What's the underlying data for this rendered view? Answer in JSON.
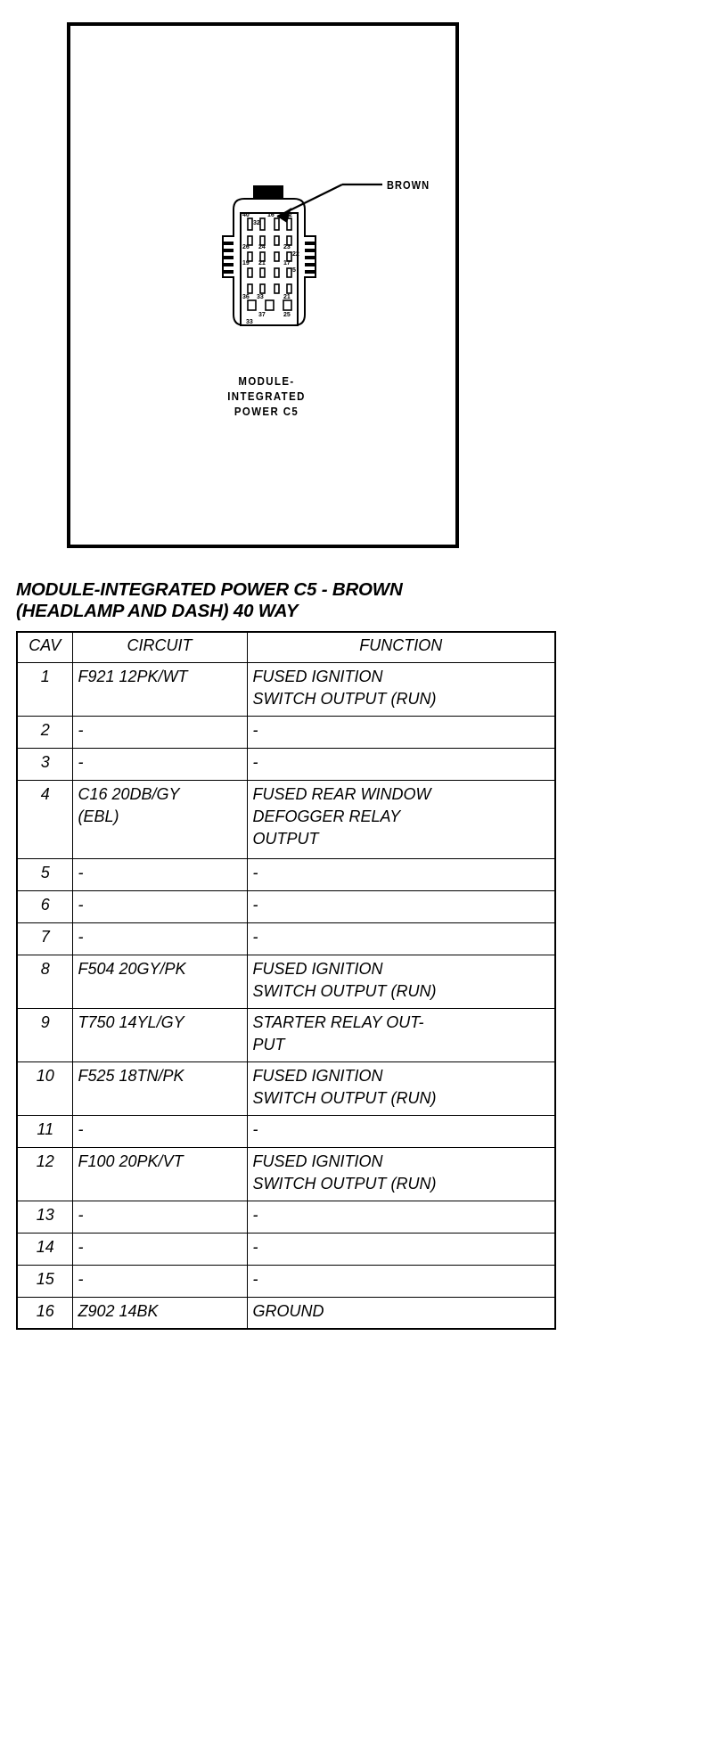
{
  "figure": {
    "callout_label": "BROWN",
    "caption_lines": [
      "MODULE-",
      "INTEGRATED",
      "POWER C5"
    ],
    "connector_pin_numbers": [
      "40",
      "16",
      "2",
      "32",
      "26",
      "24",
      "23",
      "22",
      "21",
      "17",
      "5",
      "36",
      "19",
      "33",
      "37",
      "25"
    ]
  },
  "table": {
    "title_line1": "MODULE-INTEGRATED POWER C5 - BROWN",
    "title_line2": "(HEADLAMP AND DASH) 40 WAY",
    "headers": [
      "CAV",
      "CIRCUIT",
      "FUNCTION"
    ],
    "rows": [
      {
        "cav": "1",
        "circuit": [
          "F921 12PK/WT"
        ],
        "function": [
          "FUSED IGNITION",
          "SWITCH OUTPUT (RUN)"
        ],
        "size": "h2"
      },
      {
        "cav": "2",
        "circuit": [
          "-"
        ],
        "function": [
          "-"
        ],
        "size": "h1"
      },
      {
        "cav": "3",
        "circuit": [
          "-"
        ],
        "function": [
          "-"
        ],
        "size": "h1"
      },
      {
        "cav": "4",
        "circuit": [
          "C16 20DB/GY",
          "(EBL)"
        ],
        "function": [
          "FUSED REAR WINDOW",
          "DEFOGGER RELAY",
          "OUTPUT"
        ],
        "size": "h3"
      },
      {
        "cav": "5",
        "circuit": [
          "-"
        ],
        "function": [
          "-"
        ],
        "size": "h1"
      },
      {
        "cav": "6",
        "circuit": [
          "-"
        ],
        "function": [
          "-"
        ],
        "size": "h1"
      },
      {
        "cav": "7",
        "circuit": [
          "-"
        ],
        "function": [
          "-"
        ],
        "size": "h1"
      },
      {
        "cav": "8",
        "circuit": [
          "F504 20GY/PK"
        ],
        "function": [
          "FUSED IGNITION",
          "SWITCH OUTPUT (RUN)"
        ],
        "size": "h2"
      },
      {
        "cav": "9",
        "circuit": [
          "T750 14YL/GY"
        ],
        "function": [
          "STARTER RELAY OUT-",
          "PUT"
        ],
        "size": "h2"
      },
      {
        "cav": "10",
        "circuit": [
          "F525 18TN/PK"
        ],
        "function": [
          "FUSED IGNITION",
          "SWITCH OUTPUT (RUN)"
        ],
        "size": "h2"
      },
      {
        "cav": "11",
        "circuit": [
          "-"
        ],
        "function": [
          "-"
        ],
        "size": "h1"
      },
      {
        "cav": "12",
        "circuit": [
          "F100 20PK/VT"
        ],
        "function": [
          "FUSED IGNITION",
          "SWITCH OUTPUT (RUN)"
        ],
        "size": "h2"
      },
      {
        "cav": "13",
        "circuit": [
          "-"
        ],
        "function": [
          "-"
        ],
        "size": "h1"
      },
      {
        "cav": "14",
        "circuit": [
          "-"
        ],
        "function": [
          "-"
        ],
        "size": "h1"
      },
      {
        "cav": "15",
        "circuit": [
          "-"
        ],
        "function": [
          "-"
        ],
        "size": "h1"
      },
      {
        "cav": "16",
        "circuit": [
          "Z902 14BK"
        ],
        "function": [
          "GROUND"
        ],
        "size": "h1"
      }
    ]
  },
  "colors": {
    "ink": "#000000",
    "paper": "#ffffff"
  }
}
